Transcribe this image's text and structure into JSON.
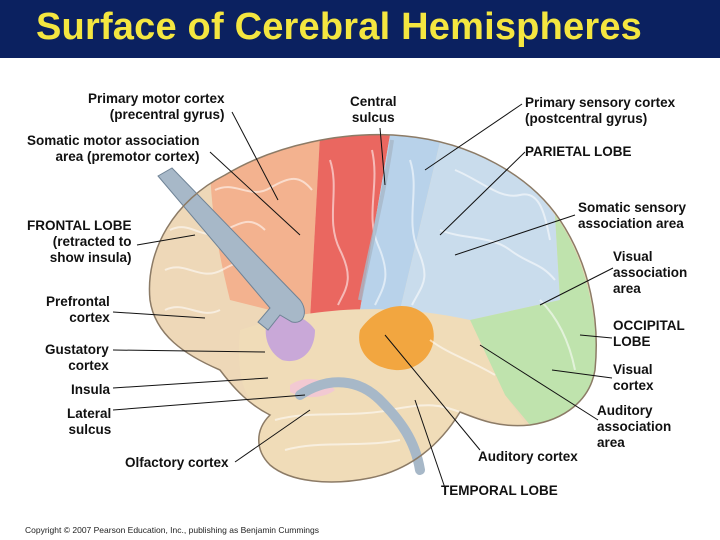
{
  "title": "Surface of Cerebral Hemispheres",
  "labels": {
    "primary_motor": [
      "Primary motor cortex",
      "(precentral gyrus)"
    ],
    "central_sulcus": [
      "Central",
      "sulcus"
    ],
    "primary_sensory": [
      "Primary sensory cortex",
      "(postcentral gyrus)"
    ],
    "somatic_motor_assoc": [
      "Somatic motor association",
      "area (premotor cortex)"
    ],
    "parietal_lobe": [
      "PARIETAL LOBE"
    ],
    "somatic_sensory_assoc": [
      "Somatic sensory",
      "association area"
    ],
    "frontal_lobe": [
      "FRONTAL LOBE",
      "(retracted to",
      "show insula)"
    ],
    "visual_assoc": [
      "Visual",
      "association",
      "area"
    ],
    "prefrontal": [
      "Prefrontal",
      "cortex"
    ],
    "occipital_lobe": [
      "OCCIPITAL",
      "LOBE"
    ],
    "gustatory": [
      "Gustatory",
      "cortex"
    ],
    "visual_cortex": [
      "Visual",
      "cortex"
    ],
    "insula": [
      "Insula"
    ],
    "lateral_sulcus": [
      "Lateral",
      "sulcus"
    ],
    "auditory_assoc": [
      "Auditory",
      "association",
      "area"
    ],
    "olfactory": [
      "Olfactory cortex"
    ],
    "auditory_cortex": [
      "Auditory cortex"
    ],
    "temporal_lobe": [
      "TEMPORAL LOBE"
    ]
  },
  "copyright": "Copyright © 2007 Pearson Education, Inc., publishing as Benjamin Cummings",
  "colors": {
    "title_bar": "#0b2160",
    "title_text": "#f4e640",
    "frontal": "#eed8b8",
    "premotor": "#f3b28f",
    "motor": "#ea6760",
    "sensory": "#b8d2ea",
    "parietal": "#c9dcec",
    "occipital": "#bfe3ad",
    "temporal": "#f0dcb8",
    "auditory": "#f2a640",
    "insula": "#c9a8d8",
    "olfactory": "#f2c9d2",
    "sulcus": "#a7b8c8"
  }
}
